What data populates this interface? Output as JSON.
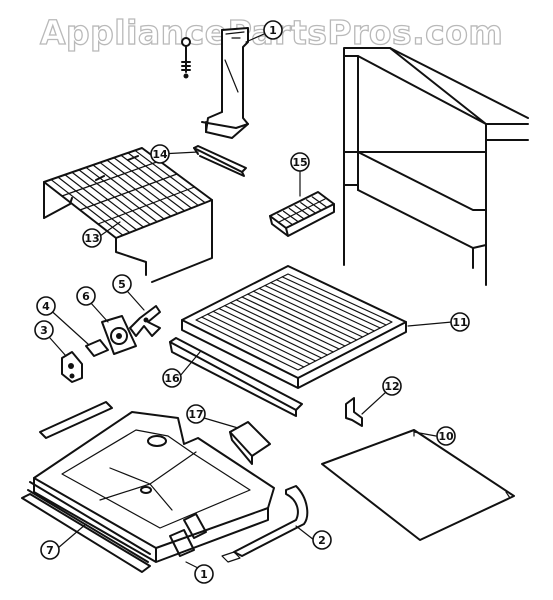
{
  "watermark": "AppliancePartsPros.com",
  "callouts": {
    "c1": "1",
    "c2": "2",
    "c3": "3",
    "c4": "4",
    "c5": "5",
    "c6": "6",
    "c7": "7",
    "c10": "10",
    "c11": "11",
    "c12": "12",
    "c13": "13",
    "c14": "14",
    "c15": "15",
    "c16": "16",
    "c17": "17",
    "c_top": "1"
  },
  "colors": {
    "line": "#111111",
    "watermark_outline": "#b9b9b9",
    "background": "#ffffff"
  }
}
